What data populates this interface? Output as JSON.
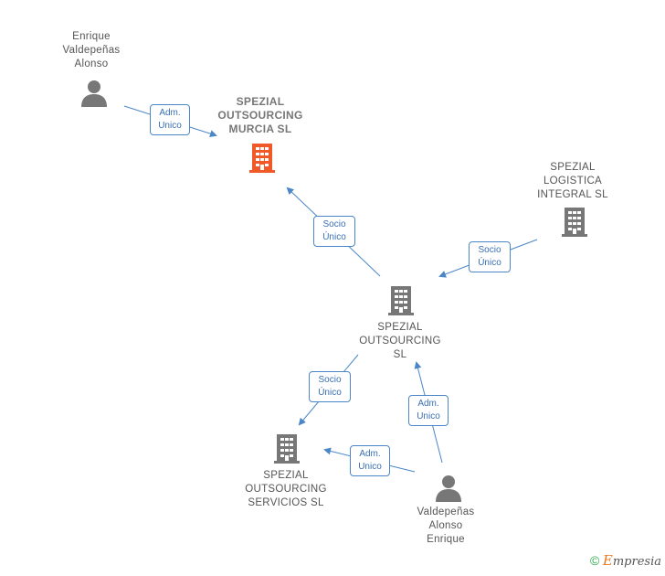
{
  "colors": {
    "edge": "#4a86c8",
    "highlight_company": "#f05a28",
    "company": "#777777",
    "person": "#777777"
  },
  "nodes": {
    "person_top": {
      "label": "Enrique\nValdepeñas\nAlonso",
      "icon": "person-icon"
    },
    "murcia": {
      "label": "SPEZIAL\nOUTSOURCING\nMURCIA  SL",
      "icon": "building-icon"
    },
    "logistica": {
      "label": "SPEZIAL\nLOGISTICA\nINTEGRAL SL",
      "icon": "building-icon"
    },
    "outsourcing": {
      "label": "SPEZIAL\nOUTSOURCING\nSL",
      "icon": "building-icon"
    },
    "servicios": {
      "label": "SPEZIAL\nOUTSOURCING\nSERVICIOS  SL",
      "icon": "building-icon"
    },
    "person_bottom": {
      "label": "Valdepeñas\nAlonso\nEnrique",
      "icon": "person-icon"
    }
  },
  "edges": {
    "e1": "Adm.\nUnico",
    "e2": "Socio\nÚnico",
    "e3": "Socio\nÚnico",
    "e4": "Socio\nÚnico",
    "e5": "Adm.\nUnico",
    "e6": "Adm.\nUnico"
  },
  "footer": {
    "copyright": "©",
    "brand_initial": "E",
    "brand_rest": "mpresia"
  }
}
